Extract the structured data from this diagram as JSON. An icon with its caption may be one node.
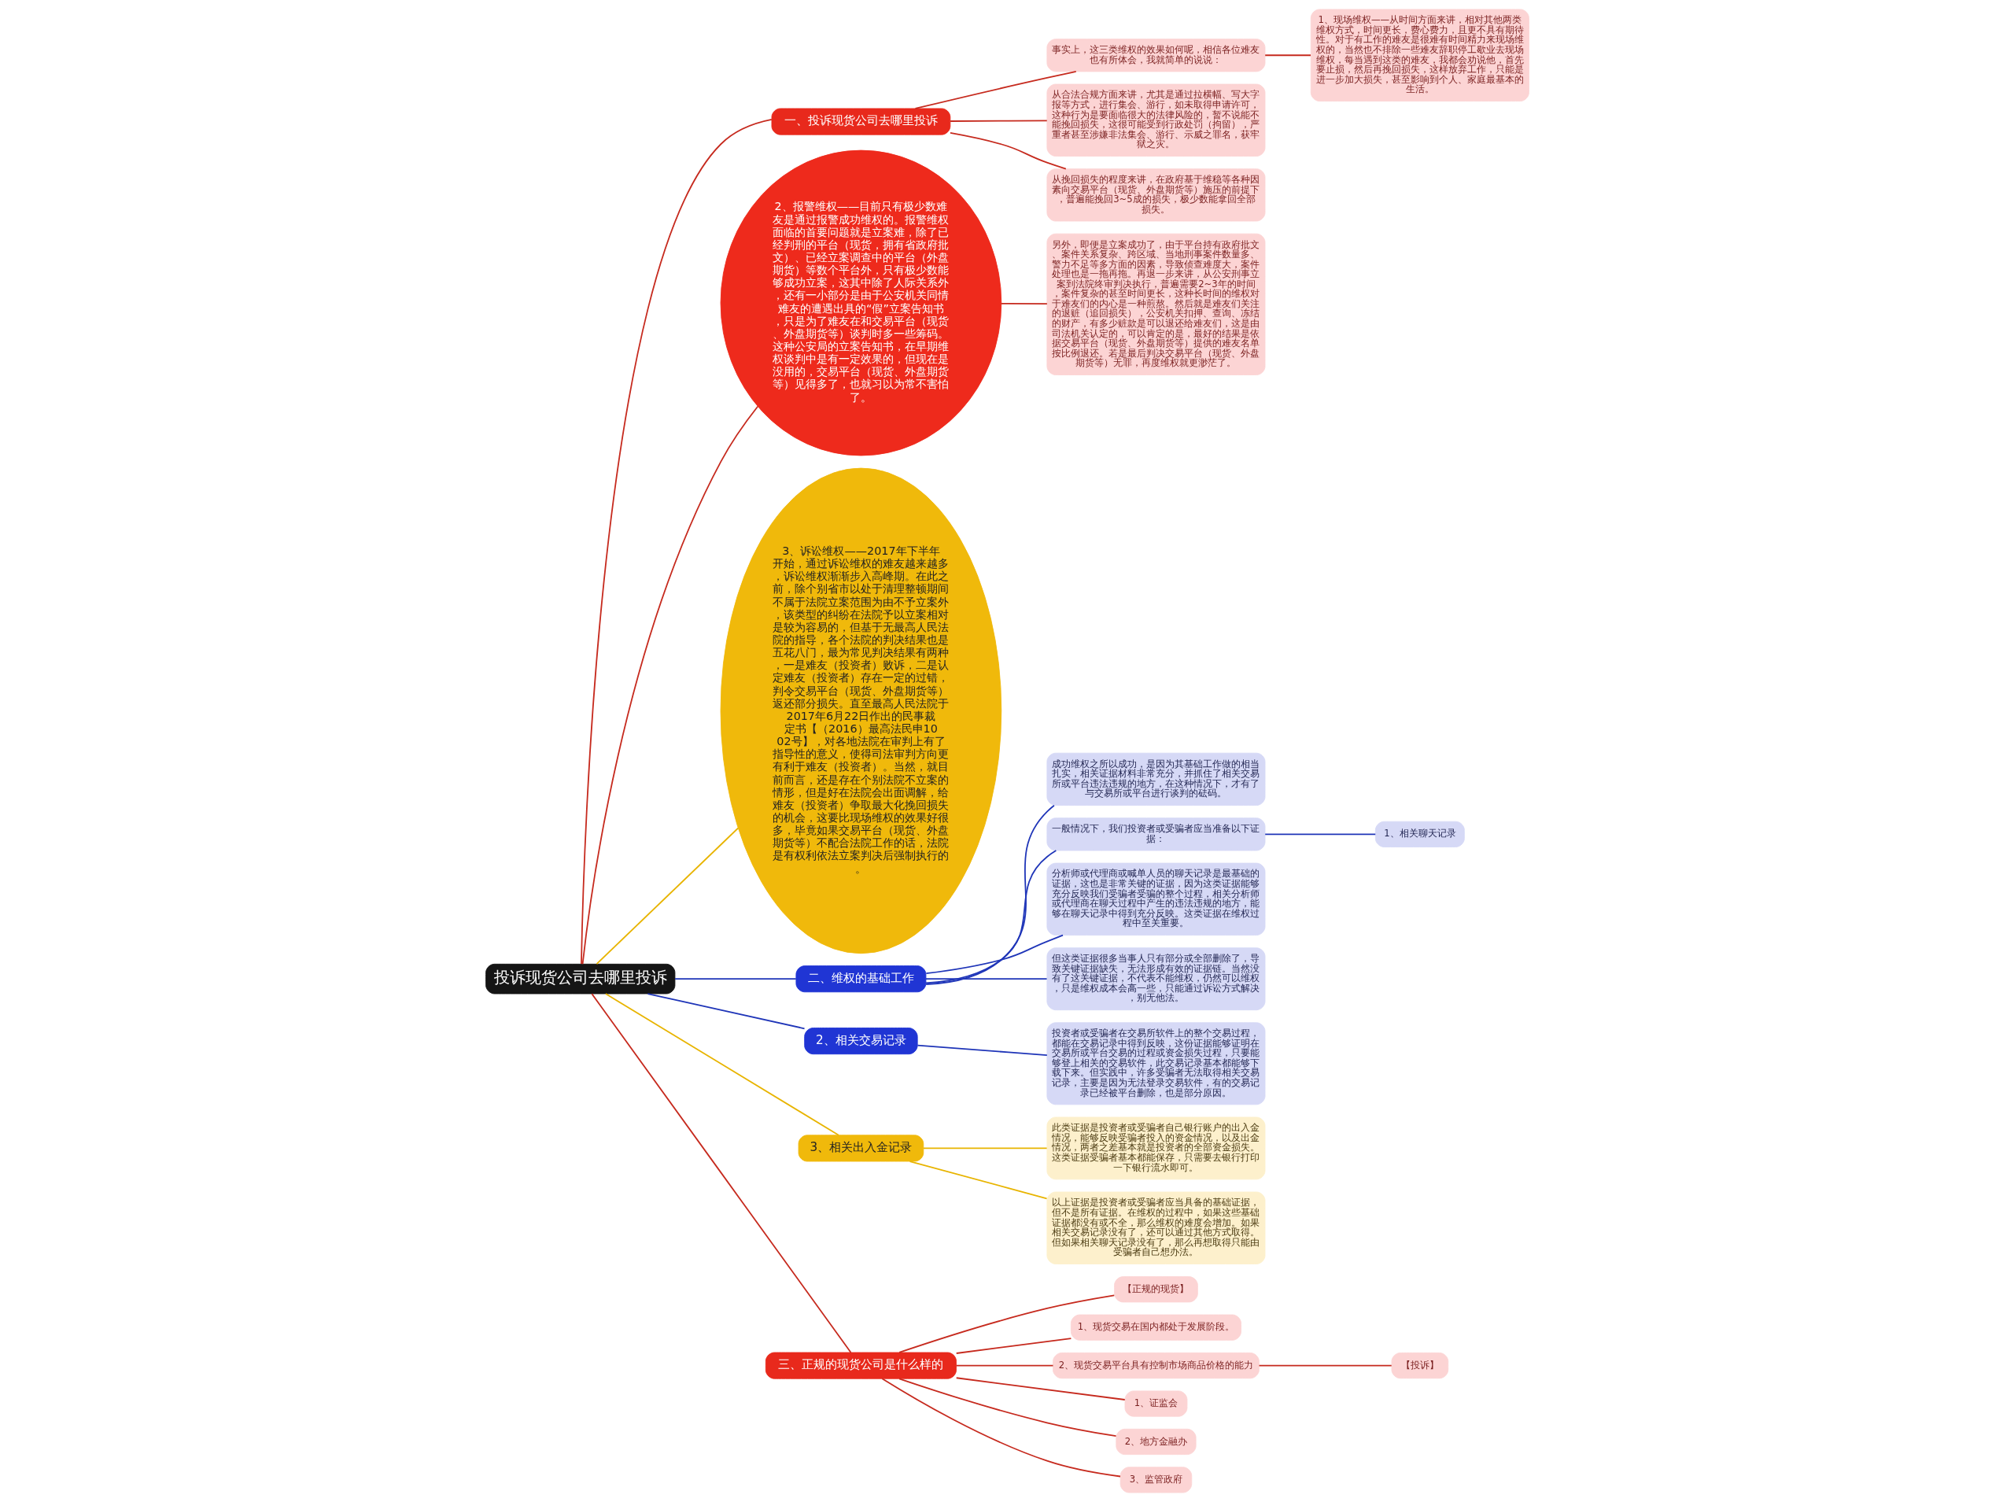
{
  "diagram": {
    "nodes": [
      {
        "text": [
          "投诉现货公司去哪里投诉"
        ]
      },
      {
        "text": [
          "一、投诉现货公司去哪里投诉"
        ]
      },
      {
        "text": [
          "事实上，这三类维权的效果如何呢，相信各位难友也有所体会，我就简单的说说："
        ]
      },
      {
        "text": [
          "1、现场维权——从时间方面来讲，相对其他两类维权方式，时间更长，费心费力，且更不具有期待性。对于有工作的难友是很难有时间精力来现场维权的，当然也不排除一些难友辞职停工歇业去现场维权，每当遇到这类的难友，我都会劝说他，首先要止损，然后再挽回损失，这样放弃工作，只能是进一步加大损失，甚至影响到个人、家庭最基本的生活。"
        ]
      },
      {
        "text": [
          "从合法合规方面来讲，尤其是通过拉横幅、写大字报等方式，进行集会、游行，如未取得申请许可，这种行为是要面临很大的法律风险的，暂不说能不能挽回损失，这很可能受到行政处罚（拘留），严重者甚至涉嫌非法集会、游行、示威之罪名，获牢狱之灾。"
        ]
      },
      {
        "text": [
          "从挽回损失的程度来讲，在政府基于维稳等各种因素向交易平台（现货、外盘期货等）施压的前提下，普遍能挽回3~5成的损失，极少数能拿回全部损失。"
        ]
      },
      {
        "text": [
          "2、报警维权——目前只有极少数难友是通过报警成功维权的。报警维权面临的首要问题就是立案难，除了已经判刑的平台（现货，拥有省政府批文）、已经立案调查中的平台（外盘期货）等数个平台外，只有极少数能够成功立案，这其中除了人际关系外，还有一小部分是由于公安机关同情难友的遭遇出具的“假”立案告知书，只是为了难友在和交易平台（现货、外盘期货等）谈判时多一些筹码。这种公安局的立案告知书，在早期维权谈判中是有一定效果的，但现在是没用的，交易平台（现货、外盘期货等）见得多了，也就习以为常不害怕了。"
        ]
      },
      {
        "text": [
          "另外，即便是立案成功了，由于平台持有政府批文、案件关系复杂、跨区域、当地刑事案件数量多、警力不足等多方面的因素，导致侦查难度大，案件处理也是一拖再拖。再退一步来讲，从公安刑事立案到法院终审判决执行，普遍需要2~3年的时间，案件复杂的甚至时间更长，这种长时间的维权对于难友们的内心是一种煎熬。然后就是难友们关注的退赃（追回损失），公安机关扣押、查询、冻结的财产，有多少赃款是可以退还给难友们，这是由司法机关认定的，可以肯定的是，最好的结果是依据交易平台（现货、外盘期货等）提供的难友名单按比例退还。若是最后判决交易平台（现货、外盘期货等）无罪，再度维权就更渺茫了。"
        ]
      },
      {
        "text": [
          "3、诉讼维权——2017年下半年开始，通过诉讼维权的难友越来越多，诉讼维权渐渐步入高峰期。在此之前，除个别省市以处于清理整顿期间不属于法院立案范围为由不予立案外，该类型的纠纷在法院予以立案相对是较为容易的，但基于无最高人民法院的指导，各个法院的判决结果也是五花八门，最为常见判决结果有两种，一是难友（投资者）败诉，二是认定难友（投资者）存在一定的过错，判令交易平台（现货、外盘期货等）返还部分损失。直至最高人民法院于2017年6月22日作出的民事裁定书【（2016）最高法民申1002号】，对各地法院在审判上有了指导性的意义，使得司法审判方向更有利于难友（投资者）。当然，就目前而言，还是存在个别法院不立案的情形，但是好在法院会出面调解，给难友（投资者）争取最大化挽回损失的机会，这要比现场维权的效果好很多，毕竟如果交易平台（现货、外盘期货等）不配合法院工作的话，法院是有权利依法立案判决后强制执行的。"
        ]
      },
      {
        "text": [
          "二、维权的基础工作"
        ]
      },
      {
        "text": [
          "成功维权之所以成功，是因为其基础工作做的相当扎实，相关证据材料非常充分，并抓住了相关交易所或平台违法违规的地方，在这种情况下，才有了与交易所或平台进行谈判的砝码。"
        ]
      },
      {
        "text": [
          "一般情况下，我们投资者或受骗者应当准备以下证据："
        ]
      },
      {
        "text": [
          "1、相关聊天记录"
        ]
      },
      {
        "text": [
          "分析师或代理商或喊单人员的聊天记录是最基础的证据，这也是非常关键的证据，因为这类证据能够充分反映我们受骗者受骗的整个过程，相关分析师或代理商在聊天过程中产生的违法违规的地方，能够在聊天记录中得到充分反映。这类证据在维权过程中至关重要。"
        ]
      },
      {
        "text": [
          "但这类证据很多当事人只有部分或全部删除了，导致关键证据缺失，无法形成有效的证据链。当然没有了这关键证据，不代表不能维权，仍然可以维权，只是维权成本会高一些，只能通过诉讼方式解决，别无他法。"
        ]
      },
      {
        "text": [
          "2、相关交易记录"
        ]
      },
      {
        "text": [
          "投资者或受骗者在交易所软件上的整个交易过程，都能在交易记录中得到反映，这份证据能够证明在交易所或平台交易的过程或资金损失过程，只要能够登上相关的交易软件，此交易记录基本都能够下载下来。但实践中，许多受骗者无法取得相关交易记录，主要是因为无法登录交易软件，有的交易记录已经被平台删除，也是部分原因。"
        ]
      },
      {
        "text": [
          "3、相关出入金记录"
        ]
      },
      {
        "text": [
          "此类证据是投资者或受骗者自己银行账户的出入金情况，能够反映受骗者投入的资金情况，以及出金情况，两者之差基本就是投资者的全部资金损失。这类证据受骗者基本都能保存，只需要去银行打印一下银行流水即可。"
        ]
      },
      {
        "text": [
          "以上证据是投资者或受骗者应当具备的基础证据，但不是所有证据。在维权的过程中，如果这些基础证据都没有或不全，那么维权的难度会增加。如果相关交易记录没有了，还可以通过其他方式取得。但如果相关聊天记录没有了，那么再想取得只能由受骗者自己想办法。"
        ]
      },
      {
        "text": [
          "三、正规的现货公司是什么样的"
        ]
      },
      {
        "text": [
          "【正规的现货】"
        ]
      },
      {
        "text": [
          "1、现货交易在国内都处于发展阶段。"
        ]
      },
      {
        "text": [
          "2、现货交易平台具有控制市场商品价格的能力"
        ]
      },
      {
        "text": [
          "【投诉】"
        ]
      },
      {
        "text": [
          "1、证监会"
        ]
      },
      {
        "text": [
          "2、地方金融办"
        ]
      },
      {
        "text": [
          "3、监管政府"
        ]
      }
    ],
    "edges": [
      {
        "from": 0,
        "to": 1,
        "arrow": "none"
      },
      {
        "from": 1,
        "to": 2,
        "arrow": "none"
      },
      {
        "from": 2,
        "to": 3,
        "arrow": "none"
      },
      {
        "from": 1,
        "to": 4,
        "arrow": "none"
      },
      {
        "from": 1,
        "to": 5,
        "arrow": "none"
      },
      {
        "from": 0,
        "to": 6,
        "arrow": "none"
      },
      {
        "from": 6,
        "to": 7,
        "arrow": "none"
      },
      {
        "from": 0,
        "to": 8,
        "arrow": "none",
        "color": "#e8b400"
      },
      {
        "from": 0,
        "to": 9,
        "arrow": "none",
        "color": "#1f35b8"
      },
      {
        "from": 9,
        "to": 10,
        "arrow": "none",
        "color": "#1f35b8"
      },
      {
        "from": 9,
        "to": 11,
        "arrow": "none",
        "color": "#1f35b8"
      },
      {
        "from": 11,
        "to": 12,
        "arrow": "none",
        "color": "#1f35b8"
      },
      {
        "from": 9,
        "to": 13,
        "arrow": "none",
        "color": "#1f35b8"
      },
      {
        "from": 9,
        "to": 14,
        "arrow": "none",
        "color": "#1f35b8"
      },
      {
        "from": 0,
        "to": 15,
        "arrow": "none",
        "color": "#1f35b8"
      },
      {
        "from": 15,
        "to": 16,
        "arrow": "none",
        "color": "#1f35b8"
      },
      {
        "from": 0,
        "to": 17,
        "arrow": "none",
        "color": "#e8b400"
      },
      {
        "from": 17,
        "to": 18,
        "arrow": "none",
        "color": "#e8b400"
      },
      {
        "from": 17,
        "to": 19,
        "arrow": "none",
        "color": "#e8b400"
      },
      {
        "from": 0,
        "to": 20,
        "arrow": "none"
      },
      {
        "from": 20,
        "to": 21,
        "arrow": "none"
      },
      {
        "from": 20,
        "to": 22,
        "arrow": "none"
      },
      {
        "from": 20,
        "to": 23,
        "arrow": "none"
      },
      {
        "from": 23,
        "to": 24,
        "arrow": "none"
      },
      {
        "from": 20,
        "to": 25,
        "arrow": "none"
      },
      {
        "from": 20,
        "to": 26,
        "arrow": "none"
      },
      {
        "from": 20,
        "to": 27,
        "arrow": "none"
      }
    ]
  }
}
